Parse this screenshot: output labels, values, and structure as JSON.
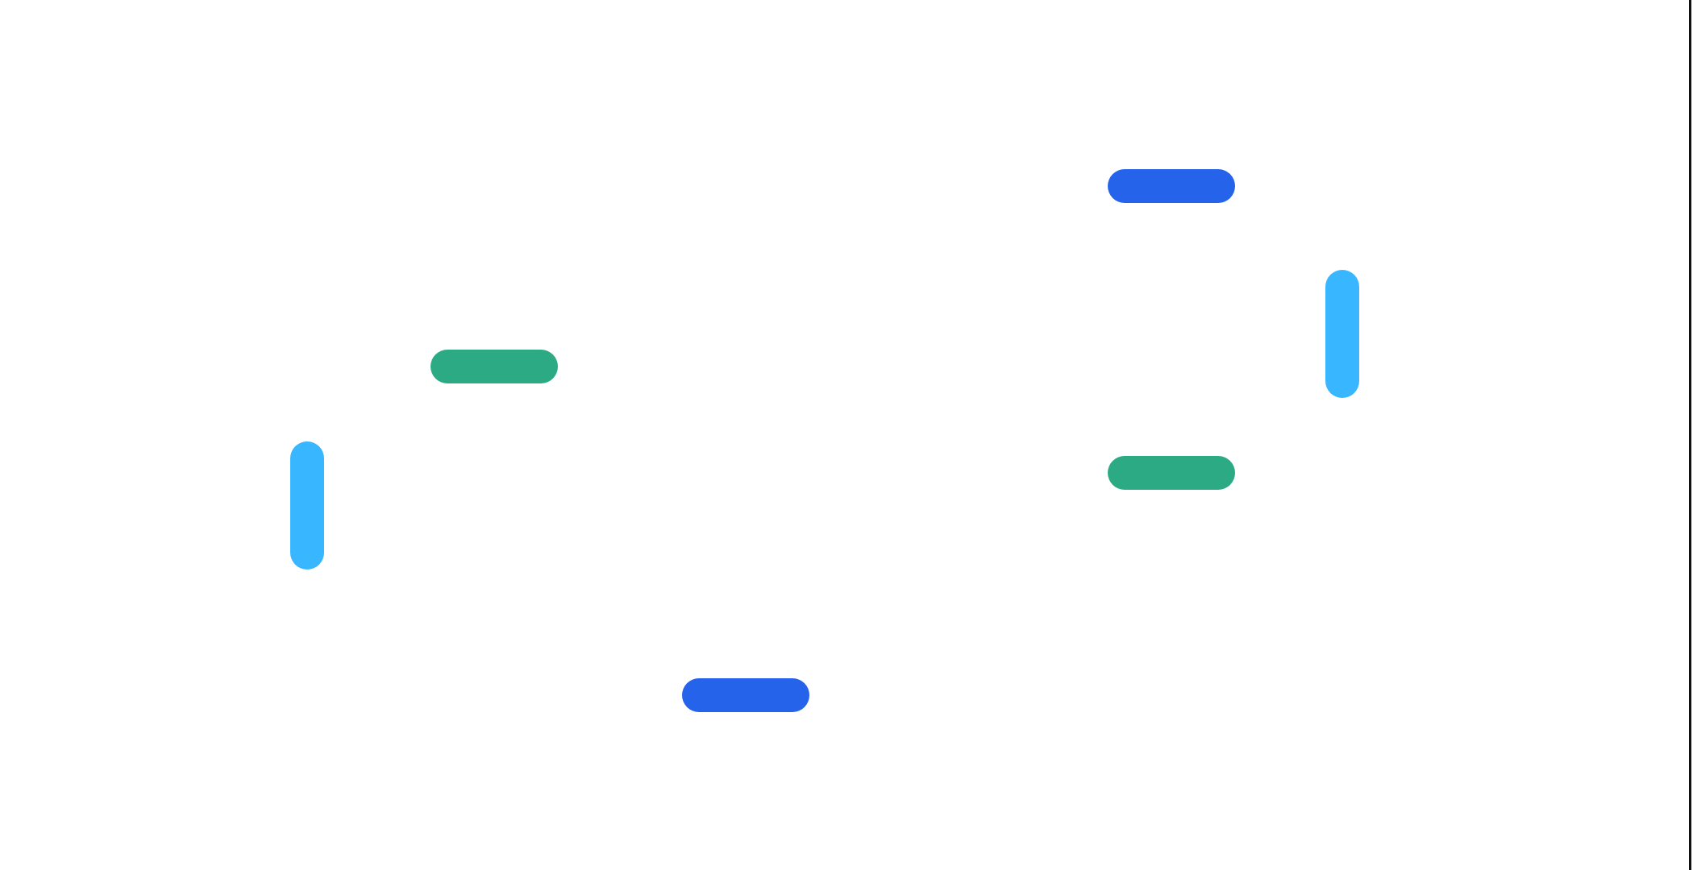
{
  "colors": {
    "blue": "#2563EB",
    "cyan": "#38B6FF",
    "green": "#2BAA84",
    "background": "#FFFFFF",
    "edge": "#111111"
  },
  "pills": [
    {
      "id": "pill-1",
      "color": "blue",
      "orientation": "horizontal"
    },
    {
      "id": "pill-2",
      "color": "cyan",
      "orientation": "vertical"
    },
    {
      "id": "pill-3",
      "color": "green",
      "orientation": "horizontal"
    },
    {
      "id": "pill-4",
      "color": "green",
      "orientation": "horizontal"
    },
    {
      "id": "pill-5",
      "color": "cyan",
      "orientation": "vertical"
    },
    {
      "id": "pill-6",
      "color": "blue",
      "orientation": "horizontal"
    }
  ]
}
